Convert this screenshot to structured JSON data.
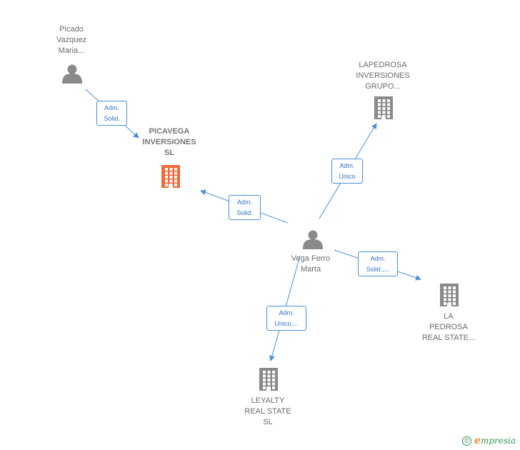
{
  "nodes": {
    "picado": {
      "lines": [
        "Picado",
        "Vazquez",
        "Maria..."
      ],
      "icon": "person-icon"
    },
    "picavega": {
      "lines": [
        "PICAVEGA",
        "INVERSIONES",
        "SL"
      ],
      "icon": "building-icon",
      "color": "#f26a3b"
    },
    "lapedrosa": {
      "lines": [
        "LAPEDROSA",
        "INVERSIONES",
        "GRUPO..."
      ],
      "icon": "building-icon"
    },
    "vega": {
      "lines": [
        "Vega Ferro",
        "Marta"
      ],
      "icon": "person-icon"
    },
    "lapedrosa_real": {
      "lines": [
        "LA",
        "PEDROSA",
        "REAL STATE..."
      ],
      "icon": "building-icon"
    },
    "leyalty": {
      "lines": [
        "LEYALTY",
        "REAL STATE",
        "SL"
      ],
      "icon": "building-icon"
    }
  },
  "edges": [
    {
      "from": "picado",
      "to": "picavega",
      "label": [
        "Adm.",
        "Solid."
      ]
    },
    {
      "from": "vega",
      "to": "picavega",
      "label": [
        "Adm.",
        "Solid."
      ]
    },
    {
      "from": "vega",
      "to": "lapedrosa",
      "label": [
        "Adm.",
        "Unico"
      ]
    },
    {
      "from": "vega",
      "to": "lapedrosa_real",
      "label": [
        "Adm.",
        "Solid.,..."
      ]
    },
    {
      "from": "vega",
      "to": "leyalty",
      "label": [
        "Adm.",
        "Unico,..."
      ]
    }
  ],
  "colors": {
    "edge": "#4a90d9",
    "icon": "#8a8a8a",
    "highlight": "#f26a3b"
  },
  "brand": {
    "symbol": "©",
    "initial": "e",
    "rest": "mpresia"
  }
}
